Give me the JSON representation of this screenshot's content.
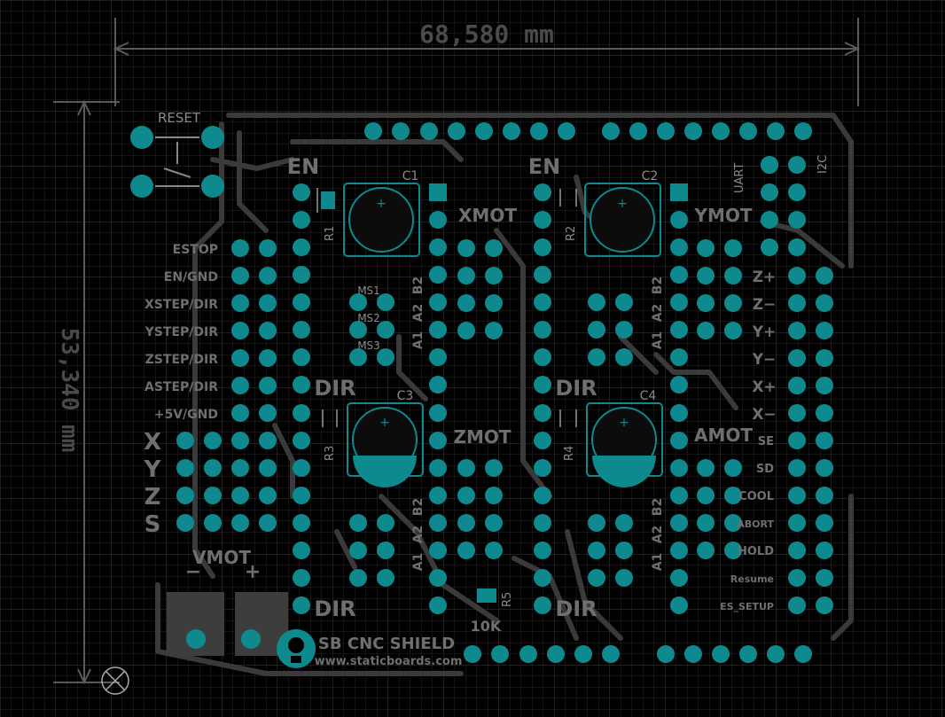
{
  "dimensions": {
    "width_label": "68,580 mm",
    "height_label": "53,340 mm"
  },
  "board": {
    "title": "SB CNC SHIELD",
    "url": "www.staticboards.com",
    "reset_label": "RESET",
    "uart_label": "UART",
    "i2c_label": "I2C",
    "vmot_label": "VMOT",
    "minus": "−",
    "plus": "+",
    "resistor_value": "10K",
    "left_header": [
      "ESTOP",
      "EN/GND",
      "XSTEP/DIR",
      "YSTEP/DIR",
      "ZSTEP/DIR",
      "ASTEP/DIR",
      "+5V/GND"
    ],
    "axes": [
      "X",
      "Y",
      "Z",
      "S"
    ],
    "right_header_top": [
      "Z+",
      "Z−",
      "Y+",
      "Y−",
      "X+",
      "X−"
    ],
    "right_header_bottom": [
      "SE",
      "SD",
      "COOL",
      "ABORT",
      "HOLD",
      "Resume",
      "ES_SETUP"
    ],
    "ms_labels": [
      "MS1",
      "MS2",
      "MS3"
    ],
    "drivers": [
      {
        "name": "XMOT",
        "en": "EN",
        "dir": "DIR",
        "cap": "C1",
        "res": "R1"
      },
      {
        "name": "YMOT",
        "en": "EN",
        "dir": "DIR",
        "cap": "C2",
        "res": "R2"
      },
      {
        "name": "ZMOT",
        "en": "",
        "dir": "DIR",
        "cap": "C3",
        "res": "R3"
      },
      {
        "name": "AMOT",
        "en": "",
        "dir": "DIR",
        "cap": "C4",
        "res": "R4"
      }
    ],
    "coil_labels": [
      "B2",
      "A2",
      "A1"
    ],
    "r5": "R5"
  },
  "colors": {
    "copper": "#0e8a8e",
    "silk": "#6f6f6f",
    "grid": "#3a3a3a",
    "background": "#000000"
  }
}
